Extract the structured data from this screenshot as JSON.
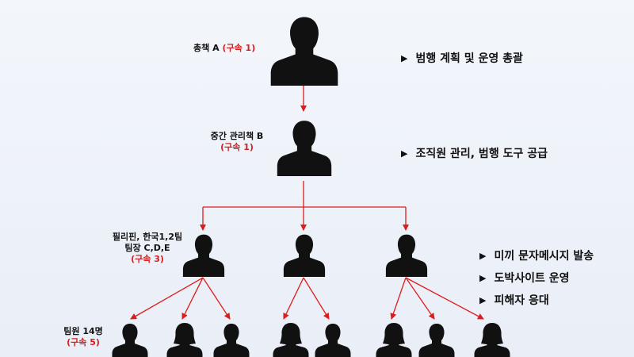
{
  "roles": {
    "top": {
      "name": "총책 A",
      "detained": "(구속 1)"
    },
    "middle": {
      "name": "중간 관리책 B",
      "detained": "(구속 1)"
    },
    "team_leaders": {
      "line1": "필리핀, 한국1,2팀",
      "line2": "팀장 C,D,E",
      "detained": "(구속 3)"
    },
    "members": {
      "name": "팀원 14명",
      "detained": "(구속 5)"
    }
  },
  "duties": {
    "top": "범행 계획 및 운영 총괄",
    "middle": "조직원 관리, 범행 도구 공급",
    "team": [
      "미끼 문자메시지 발송",
      "도박사이트 운영",
      "피해자 응대"
    ]
  },
  "colors": {
    "arrow": "#e01b1b",
    "silhouette": "#111111",
    "highlight": "#d42020"
  },
  "icons": {
    "bullet": "▶"
  }
}
